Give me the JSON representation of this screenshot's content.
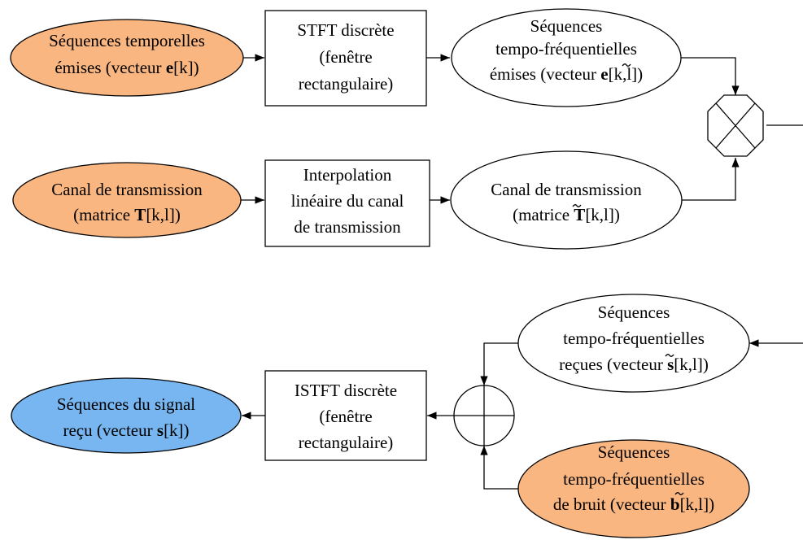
{
  "nodes": {
    "seq_temp_emises": {
      "lines": [
        "Séquences temporelles",
        "émises (vecteur ",
        "e",
        "[k])"
      ],
      "fill": "#f9b681"
    },
    "stft": {
      "lines": [
        "STFT discrète",
        "(fenêtre",
        "rectangulaire)"
      ]
    },
    "seq_tf_emises": {
      "lines": [
        "Séquences",
        "tempo-fréquentielles",
        "émises (vecteur ",
        "e",
        "[k,l])"
      ]
    },
    "canal": {
      "lines": [
        "Canal de transmission",
        "(matrice ",
        "T",
        "[k,l])"
      ],
      "fill": "#f9b681"
    },
    "interp": {
      "lines": [
        "Interpolation",
        "linéaire du canal",
        "de transmission"
      ]
    },
    "canal_interp": {
      "lines": [
        "Canal de transmission",
        "(matrice ",
        "T",
        "[k,l])"
      ]
    },
    "seq_tf_recues": {
      "lines": [
        "Séquences",
        "tempo-fréquentielles",
        "reçues (vecteur ",
        "s",
        "[k,l])"
      ]
    },
    "istft": {
      "lines": [
        "ISTFT discrète",
        "(fenêtre",
        "rectangulaire)"
      ]
    },
    "seq_signal_recu": {
      "lines": [
        "Séquences du signal",
        "reçu (vecteur ",
        "s",
        "[k])"
      ],
      "fill": "#77b6f1"
    },
    "seq_tf_bruit": {
      "lines": [
        "Séquences",
        "tempo-fréquentielles",
        "de bruit (vecteur ",
        "b",
        "[k,l])"
      ],
      "fill": "#f9b681"
    }
  },
  "operators": {
    "multiply": {
      "symbol": "multiply-icon"
    },
    "add": {
      "symbol": "plus-icon"
    }
  },
  "colors": {
    "stroke": "#000000",
    "orange": "#f9b681",
    "blue": "#77b6f1",
    "white": "#ffffff"
  }
}
